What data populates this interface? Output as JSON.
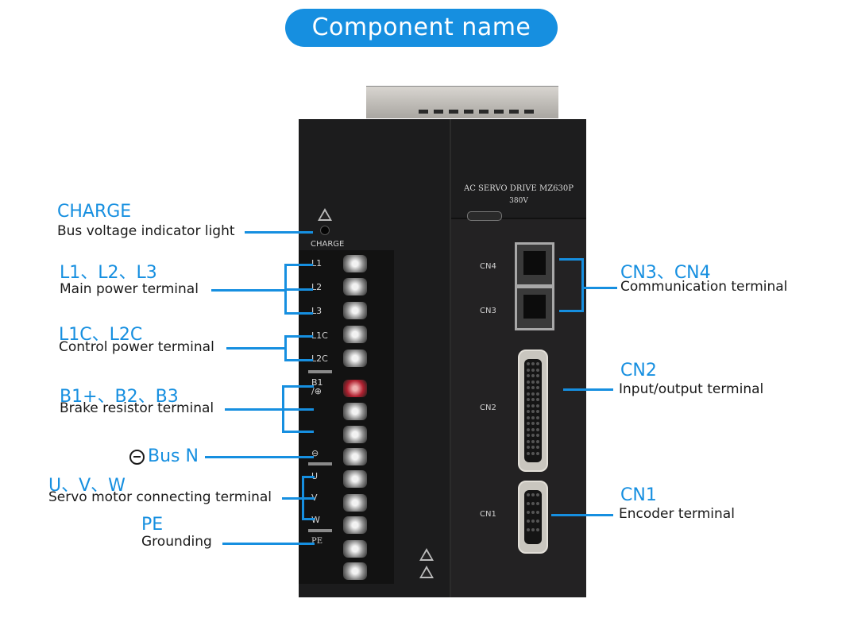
{
  "header": {
    "title": "Component name"
  },
  "colors": {
    "accent": "#168fe0",
    "text": "#1a1a1a"
  },
  "device": {
    "model_label": "AC SERVO DRIVE  MZ630P",
    "voltage_label": "380V",
    "charge_label": "CHARGE",
    "terminal_labels": [
      "L1",
      "L2",
      "L3",
      "L1C",
      "L2C",
      "B1 /⊕",
      "⊖",
      "U",
      "V",
      "W",
      "PE"
    ],
    "connector_labels": {
      "cn4": "CN4",
      "cn3": "CN3",
      "cn2": "CN2",
      "cn1": "CN1"
    }
  },
  "callouts": {
    "charge": {
      "title": "CHARGE",
      "desc": "Bus voltage indicator light"
    },
    "main_power": {
      "title": "L1、L2、L3",
      "desc": "Main power terminal"
    },
    "control_power": {
      "title": "L1C、L2C",
      "desc": "Control power terminal"
    },
    "brake": {
      "title": "B1+、B2、B3",
      "desc": "Brake resistor terminal"
    },
    "bus_n": {
      "title": "Bus N",
      "icon": "minus-circle-icon"
    },
    "motor": {
      "title": "U、V、W",
      "desc": "Servo motor connecting terminal"
    },
    "pe": {
      "title": "PE",
      "desc": "Grounding"
    },
    "comm": {
      "title": "CN3、CN4",
      "desc": "Communication terminal"
    },
    "io": {
      "title": "CN2",
      "desc": "Input/output terminal"
    },
    "encoder": {
      "title": "CN1",
      "desc": "Encoder terminal"
    }
  }
}
